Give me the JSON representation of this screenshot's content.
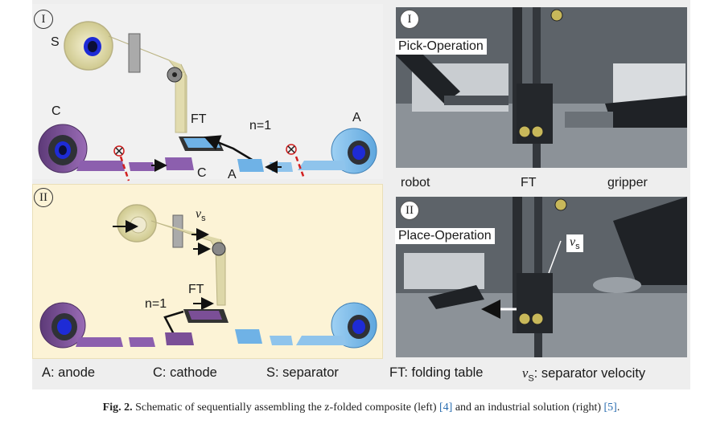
{
  "panels": {
    "left_top": {
      "numeral": "I",
      "labels": {
        "separator": "S",
        "cathode": "C",
        "anode": "A",
        "folding_table": "FT",
        "n": "n=1",
        "cathode_sheet": "C",
        "anode_sheet": "A"
      }
    },
    "left_bottom": {
      "numeral": "II",
      "labels": {
        "velocity": "v",
        "velocity_sub": "s",
        "folding_table": "FT",
        "n": "n=1"
      }
    },
    "right_top": {
      "numeral": "I",
      "operation": "Pick-Operation",
      "callouts": {
        "robot": "robot",
        "ft": "FT",
        "gripper": "gripper"
      }
    },
    "right_bottom": {
      "numeral": "II",
      "operation": "Place-Operation",
      "velocity": "v",
      "velocity_sub": "s"
    }
  },
  "legend": {
    "anode": "A: anode",
    "cathode": "C: cathode",
    "separator": "S: separator",
    "folding_table": "FT: folding table",
    "velocity_symbol": "v",
    "velocity_sub": "S",
    "velocity_text": ": separator velocity"
  },
  "caption": {
    "fig_label": "Fig. 2.",
    "text": "Schematic of sequentially assembling the z-folded composite (left)",
    "ref1": "[4]",
    "middle": "and an industrial solution (right)",
    "ref2": "[5]",
    "end": "."
  },
  "colors": {
    "cathode": "#7b4f97",
    "anode": "#6fb2e6",
    "separator": "#ddd7a8",
    "roll_core": "#1e2bd6",
    "panel_ii_bg": "#fcf3d6",
    "reject": "#d21f1f"
  }
}
